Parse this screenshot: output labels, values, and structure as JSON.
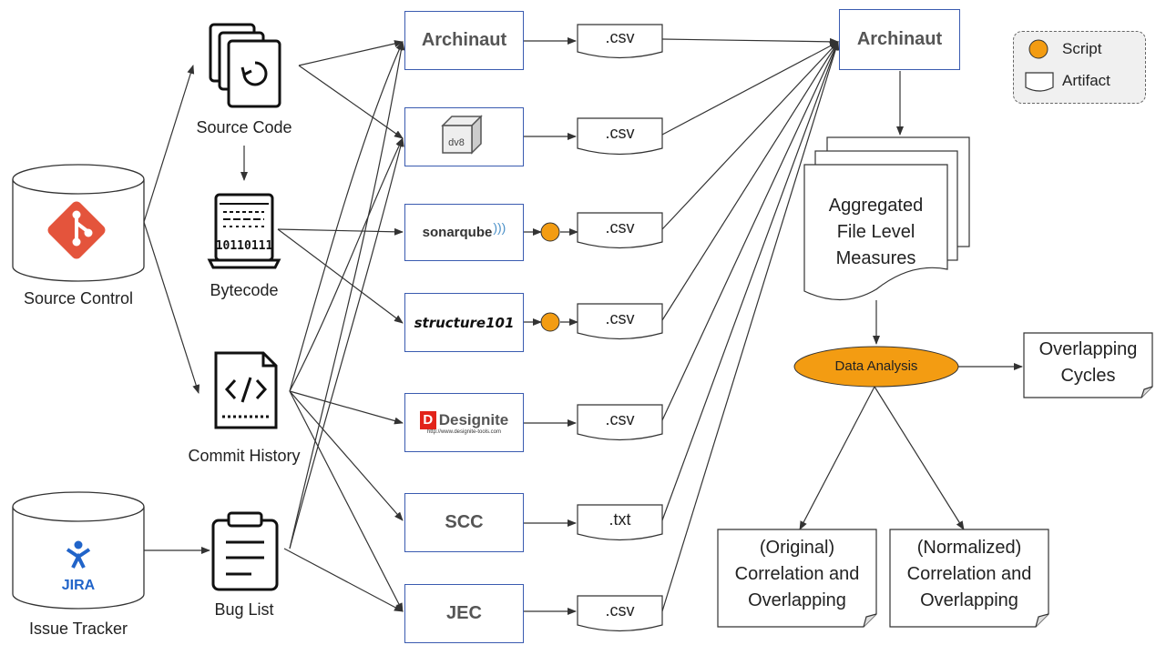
{
  "sources": {
    "source_control": "Source Control",
    "issue_tracker": "Issue Tracker",
    "jira_logo": "JIRA"
  },
  "inputs": {
    "source_code": "Source Code",
    "bytecode": "Bytecode",
    "bytecode_glyph": "10110111",
    "commit_history": "Commit History",
    "bug_list": "Bug List"
  },
  "tools": {
    "archinaut": "Archinaut",
    "sonarqube": "sonarqube",
    "structure101": "structure101",
    "designite": "Designite",
    "designite_url": "http://www.designite-tools.com",
    "scc": "SCC",
    "jec": "JEC"
  },
  "artifacts": {
    "archinaut_out": ".csv",
    "dv8_out": ".csv",
    "sonarqube_out": ".csv",
    "structure101_out": ".csv",
    "designite_out": ".csv",
    "scc_out": ".txt",
    "jec_out": ".csv"
  },
  "aggregator": {
    "archinaut": "Archinaut",
    "measures": [
      "Aggregated",
      "File Level",
      "Measures"
    ]
  },
  "analysis": {
    "data_analysis": "Data Analysis",
    "overlapping_cycles": [
      "Overlapping",
      "Cycles"
    ],
    "original": [
      "(Original)",
      "Correlation and",
      "Overlapping"
    ],
    "normalized": [
      "(Normalized)",
      "Correlation and",
      "Overlapping"
    ]
  },
  "legend": {
    "script": "Script",
    "artifact": "Artifact"
  },
  "colors": {
    "tool_border": "#3a5bb0",
    "script_fill": "#f39c12",
    "git_red": "#e4543c",
    "jira_blue": "#2164c9"
  }
}
